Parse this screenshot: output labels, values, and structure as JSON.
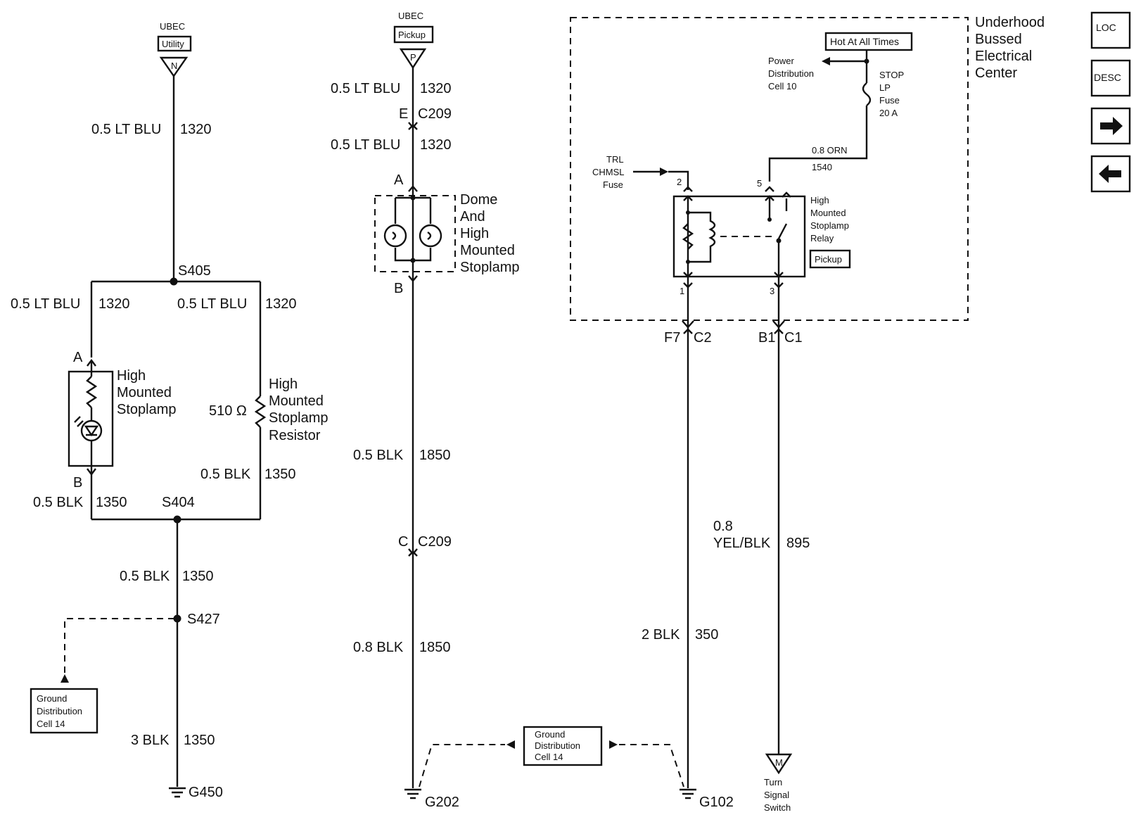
{
  "left_circuit": {
    "ubec_label": "UBEC",
    "ubec_box": "Utility",
    "connector_letter": "N",
    "wire_top": {
      "size_color": "0.5 LT BLU",
      "circuit": "1320"
    },
    "splice_top": "S405",
    "wire_left": {
      "size_color": "0.5 LT BLU",
      "circuit": "1320"
    },
    "wire_right": {
      "size_color": "0.5 LT BLU",
      "circuit": "1320"
    },
    "lamp_pin_a": "A",
    "lamp_pin_b": "B",
    "lamp_name": [
      "High",
      "Mounted",
      "Stoplamp"
    ],
    "resistor_value": "510 Ω",
    "resistor_name": [
      "High",
      "Mounted",
      "Stoplamp",
      "Resistor"
    ],
    "wire_right_lower": {
      "size_color": "0.5 BLK",
      "circuit": "1350"
    },
    "wire_left_lower": {
      "size_color": "0.5 BLK",
      "circuit": "1350"
    },
    "splice_bottom": "S404",
    "wire_mid": {
      "size_color": "0.5 BLK",
      "circuit": "1350"
    },
    "splice_ground": "S427",
    "ground_ref": [
      "Ground",
      "Distribution",
      "Cell 14"
    ],
    "wire_bottom": {
      "size_color": "3 BLK",
      "circuit": "1350"
    },
    "ground": "G450"
  },
  "middle_circuit": {
    "ubec_label": "UBEC",
    "ubec_box": "Pickup",
    "connector_letter": "P",
    "wire_1": {
      "size_color": "0.5 LT BLU",
      "circuit": "1320"
    },
    "conn_1_pin": "E",
    "conn_1_name": "C209",
    "wire_2": {
      "size_color": "0.5 LT BLU",
      "circuit": "1320"
    },
    "lamp_pin_a": "A",
    "lamp_pin_b": "B",
    "lamp_name": [
      "Dome",
      "And",
      "High",
      "Mounted",
      "Stoplamp"
    ],
    "wire_3": {
      "size_color": "0.5 BLK",
      "circuit": "1850"
    },
    "conn_2_pin": "C",
    "conn_2_name": "C209",
    "wire_4": {
      "size_color": "0.8 BLK",
      "circuit": "1850"
    },
    "ground": "G202",
    "ground_ref": [
      "Ground",
      "Distribution",
      "Cell 14"
    ]
  },
  "right_circuit": {
    "center_name": [
      "Underhood",
      "Bussed",
      "Electrical",
      "Center"
    ],
    "hot_label": "Hot At All Times",
    "power_dist": [
      "Power",
      "Distribution",
      "Cell 10"
    ],
    "fuse": [
      "STOP",
      "LP",
      "Fuse",
      "20 A"
    ],
    "wire_fuse": {
      "size_color": "0.8 ORN",
      "circuit": "1540"
    },
    "trl_fuse": [
      "TRL",
      "CHMSL",
      "Fuse"
    ],
    "pin_2": "2",
    "pin_5": "5",
    "pin_1": "1",
    "pin_3": "3",
    "relay_name": [
      "High",
      "Mounted",
      "Stoplamp",
      "Relay"
    ],
    "relay_box": "Pickup",
    "conn_left": {
      "pin": "F7",
      "name": "C2"
    },
    "conn_right": {
      "pin": "B1",
      "name": "C1"
    },
    "wire_yel": {
      "size": "0.8",
      "color": "YEL/BLK",
      "circuit": "895"
    },
    "wire_blk": {
      "size_color": "2 BLK",
      "circuit": "350"
    },
    "ground": "G102",
    "turn_letter": "M",
    "turn_switch": [
      "Turn",
      "Signal",
      "Switch"
    ]
  },
  "nav": {
    "loc": "LOC",
    "desc": "DESC"
  }
}
